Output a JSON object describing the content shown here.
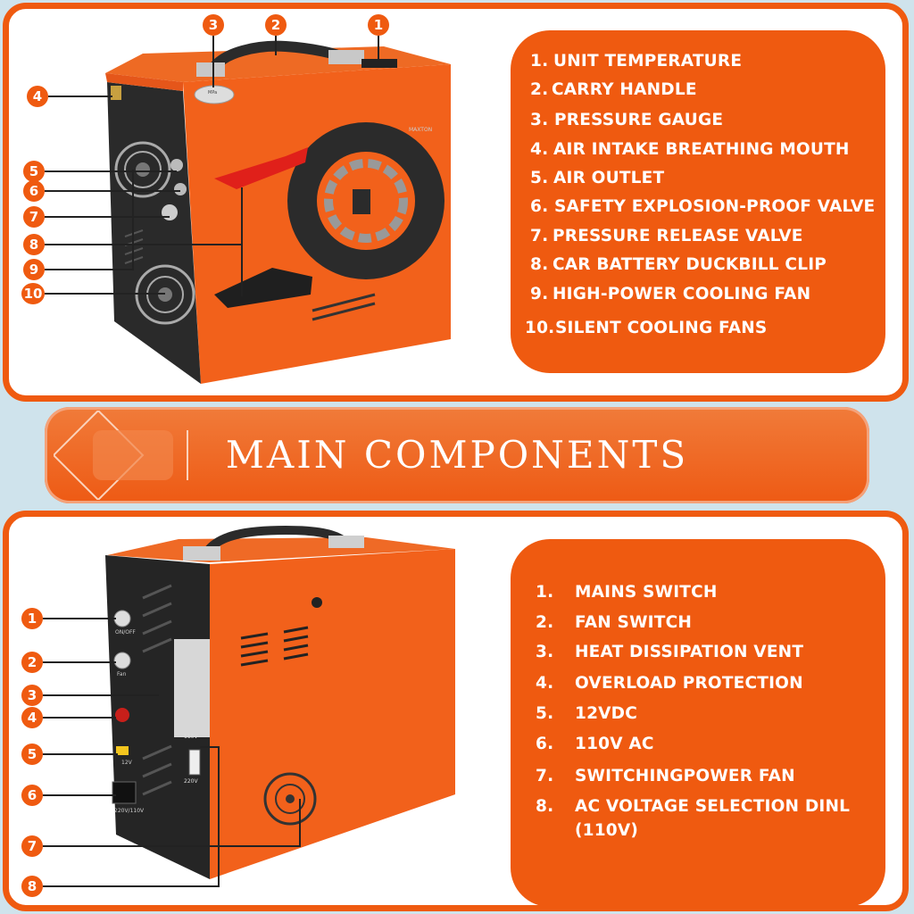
{
  "top_list": [
    {
      "num": "1.",
      "label": "UNIT TEMPERATURE"
    },
    {
      "num": "2.",
      "label": "CARRY HANDLE"
    },
    {
      "num": "3.",
      "label": "PRESSURE GAUGE"
    },
    {
      "num": "4.",
      "label": "AIR INTAKE BREATHING MOUTH"
    },
    {
      "num": "5.",
      "label": "AIR OUTLET"
    },
    {
      "num": "6.",
      "label": "SAFETY EXPLOSION-PROOF VALVE"
    },
    {
      "num": "7.",
      "label": "PRESSURE RELEASE VALVE"
    },
    {
      "num": "8.",
      "label": "CAR BATTERY DUCKBILL CLIP"
    },
    {
      "num": "9.",
      "label": "HIGH-POWER COOLING FAN"
    },
    {
      "num": "10.",
      "label": "SILENT COOLING FANS"
    }
  ],
  "banner": {
    "title": "MAIN COMPONENTS"
  },
  "bottom_list": [
    {
      "num": "1.",
      "label": "MAINS SWITCH"
    },
    {
      "num": "2.",
      "label": "FAN SWITCH"
    },
    {
      "num": "3.",
      "label": "HEAT DISSIPATION VENT"
    },
    {
      "num": "4.",
      "label": "OVERLOAD PROTECTION"
    },
    {
      "num": "5.",
      "label": "12VDC"
    },
    {
      "num": "6.",
      "label": "110V AC"
    },
    {
      "num": "7.",
      "label": "SWITCHINGPOWER FAN"
    },
    {
      "num": "8.",
      "label": "AC VOLTAGE SELECTION DINL",
      "label2": "(110V)"
    }
  ],
  "top_callouts": [
    "1",
    "2",
    "3",
    "4",
    "5",
    "6",
    "7",
    "8",
    "9",
    "10"
  ],
  "bottom_callouts": [
    "1",
    "2",
    "3",
    "4",
    "5",
    "6",
    "7",
    "8"
  ],
  "device_top": {
    "gauge_text": "MPa",
    "dial_text": "MAXTON"
  },
  "device_bottom": {
    "switch1_label": "ON/OFF",
    "switch2_label": "Fan",
    "dc_label": "12V",
    "ac_label": "220V/110V",
    "selector_top": "110V",
    "selector_bottom": "220V"
  },
  "colors": {
    "accent": "#ef5a10",
    "frame_bg": "#ffffff",
    "page_bg": "#cfe3ec",
    "device_dark": "#2a2a2a"
  },
  "icons": [
    "cooling-fan-icon",
    "battery-clip-icon",
    "pressure-gauge-icon",
    "handle-icon",
    "switch-icon"
  ]
}
